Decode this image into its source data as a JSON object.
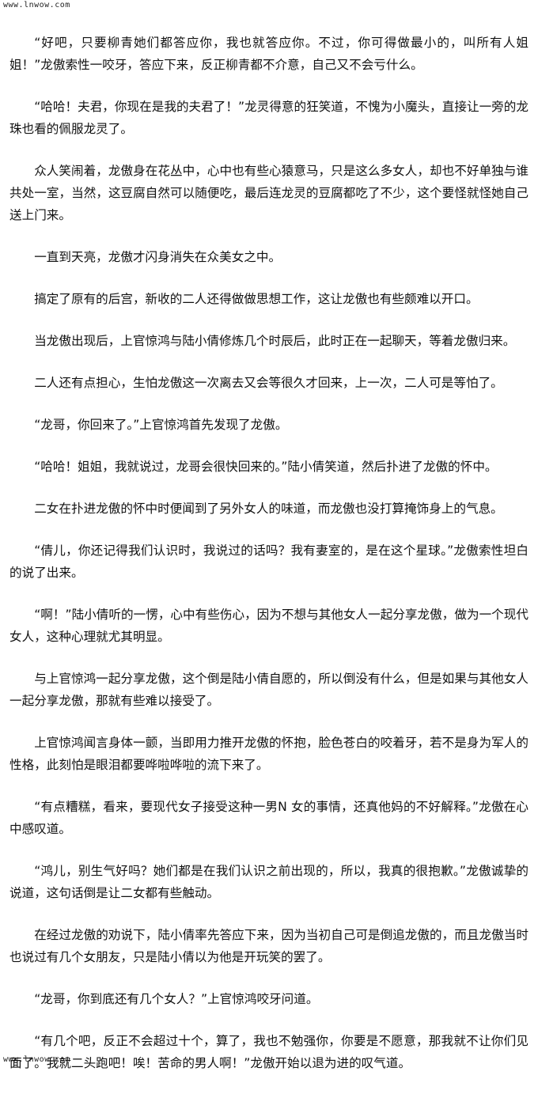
{
  "watermark": {
    "top": "www.lnwow.com",
    "bottom": "www.lnwow.com"
  },
  "paragraphs": [
    "“好吧，只要柳青她们都答应你，我也就答应你。不过，你可得做最小的，叫所有人姐姐！”龙傲索性一咬牙，答应下来，反正柳青都不介意，自己又不会亏什么。",
    "“哈哈！夫君，你现在是我的夫君了！”龙灵得意的狂笑道，不愧为小魔头，直接让一旁的龙珠也看的佩服龙灵了。",
    "众人笑闹着，龙傲身在花丛中，心中也有些心猿意马，只是这么多女人，却也不好单独与谁共处一室，当然，这豆腐自然可以随便吃，最后连龙灵的豆腐都吃了不少，这个要怪就怪她自己送上门来。",
    "一直到天亮，龙傲才闪身消失在众美女之中。",
    "搞定了原有的后宫，新收的二人还得做做思想工作，这让龙傲也有些颇难以开口。",
    "当龙傲出现后，上官惊鸿与陆小倩修炼几个时辰后，此时正在一起聊天，等着龙傲归来。",
    "二人还有点担心，生怕龙傲这一次离去又会等很久才回来，上一次，二人可是等怕了。",
    "“龙哥，你回来了。”上官惊鸿首先发现了龙傲。",
    "“哈哈！姐姐，我就说过，龙哥会很快回来的。”陆小倩笑道，然后扑进了龙傲的怀中。",
    "二女在扑进龙傲的怀中时便闻到了另外女人的味道，而龙傲也没打算掩饰身上的气息。",
    "“倩儿，你还记得我们认识时，我说过的话吗？我有妻室的，是在这个星球。”龙傲索性坦白的说了出来。",
    "“啊！”陆小倩听的一愣，心中有些伤心，因为不想与其他女人一起分享龙傲，做为一个现代女人，这种心理就尤其明显。",
    "与上官惊鸿一起分享龙傲，这个倒是陆小倩自愿的，所以倒没有什么，但是如果与其他女人一起分享龙傲，那就有些难以接受了。",
    "上官惊鸿闻言身体一颤，当即用力推开龙傲的怀抱，脸色苍白的咬着牙，若不是身为军人的性格，此刻怕是眼泪都要哗啦哗啦的流下来了。",
    "“有点糟糕，看来，要现代女子接受这种一男N 女的事情，还真他妈的不好解释。”龙傲在心中感叹道。",
    "“鸿儿，别生气好吗？她们都是在我们认识之前出现的，所以，我真的很抱歉。”龙傲诚挚的说道，这句话倒是让二女都有些触动。",
    "在经过龙傲的劝说下，陆小倩率先答应下来，因为当初自己可是倒追龙傲的，而且龙傲当时也说过有几个女朋友，只是陆小倩以为他是开玩笑的罢了。",
    "“龙哥，你到底还有几个女人？”上官惊鸿咬牙问道。",
    "“有几个吧，反正不会超过十个，算了，我也不勉强你，你要是不愿意，那我就不让你们见面了。我就二头跑吧！唉！苦命的男人啊！”龙傲开始以退为进的叹气道。"
  ]
}
